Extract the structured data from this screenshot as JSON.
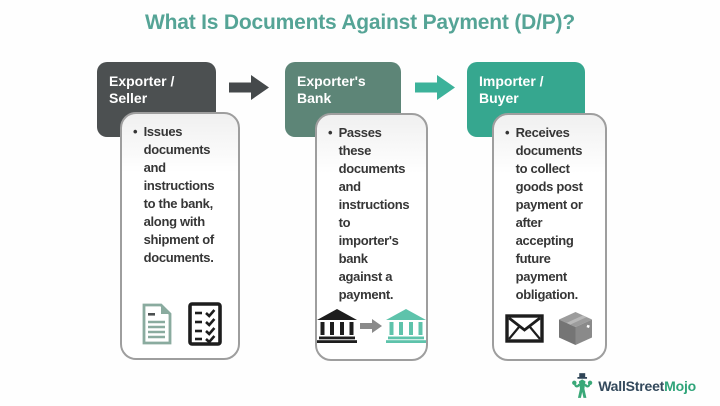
{
  "title": "What Is Documents Against Payment (D/P)?",
  "bullet": "•",
  "colors": {
    "title_teal": "#55a496",
    "box_exporter_seller": "#4c5051",
    "box_exporters_bank": "#5d8577",
    "box_importer_buyer": "#36a78f",
    "arrow_dark": "#45494b",
    "arrow_teal": "#3cb29a",
    "card_border": "#9e9e9e",
    "body_text": "#363636",
    "doc_icon_teal": "#8aab9f",
    "bank_icon_teal": "#5ec3ab",
    "icon_black": "#1d1d1d",
    "icon_gray": "#8a8a8a",
    "brand_navy": "#33495c",
    "brand_green": "#2fa479"
  },
  "columns": [
    {
      "header": "Exporter /\nSeller",
      "body": "Issues\ndocuments\nand\ninstructions\nto the bank,\nalong with\nshipment of\ndocuments.",
      "icons": [
        "document-icon",
        "checklist-icon"
      ]
    },
    {
      "header": "Exporter's\nBank",
      "body": "Passes\nthese\ndocuments\nand\ninstructions\nto\nimporter's\nbank\nagainst a\npayment.",
      "icons": [
        "bank-dark-icon",
        "arrow-right-icon",
        "bank-teal-icon"
      ]
    },
    {
      "header": "Importer /\nBuyer",
      "body": "Receives\ndocuments\nto collect\ngoods post\npayment or\nafter\naccepting\nfuture\npayment\nobligation.",
      "icons": [
        "envelope-icon",
        "package-icon"
      ]
    }
  ],
  "footer": {
    "brand_part1": "WallStreet",
    "brand_part2": "Mojo"
  }
}
